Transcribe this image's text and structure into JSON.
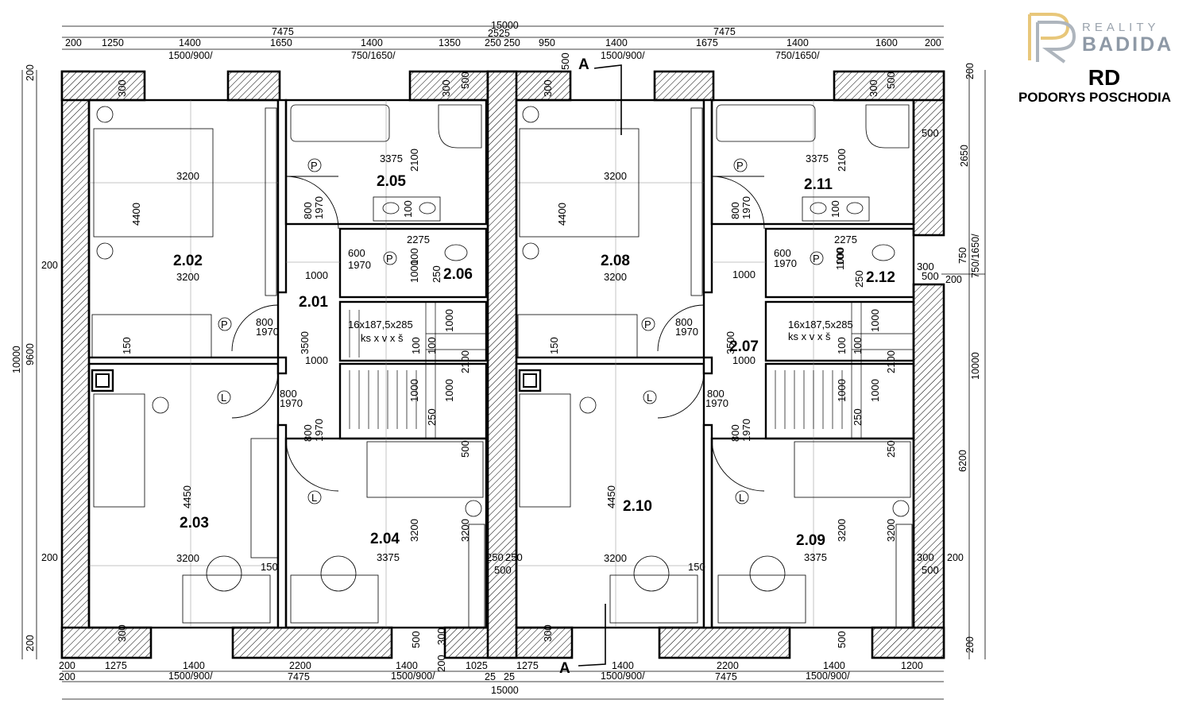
{
  "brand": {
    "small": "REALITY",
    "big": "BADIDA"
  },
  "header": {
    "title": "RD",
    "subtitle": "PODORYS POSCHODIA"
  },
  "dims_top_total": {
    "value": "15000"
  },
  "dims_top_half": [
    {
      "value": "7475"
    },
    {
      "value": "7475"
    }
  ],
  "dims_top_mid": {
    "value": "2525"
  },
  "dims_top_row": [
    {
      "value": "200"
    },
    {
      "value": "1250"
    },
    {
      "value": "1400"
    },
    {
      "value": "1650"
    },
    {
      "value": "1400"
    },
    {
      "value": "1350"
    },
    {
      "value": "250"
    },
    {
      "value": "250"
    },
    {
      "value": "950"
    },
    {
      "value": "1400"
    },
    {
      "value": "1675"
    },
    {
      "value": "1400"
    },
    {
      "value": "1600"
    },
    {
      "value": "200"
    }
  ],
  "dims_windows_top": [
    {
      "value": "1500/900/"
    },
    {
      "value": "750/1650/"
    },
    {
      "value": "1500/900/"
    },
    {
      "value": "750/1650/"
    }
  ],
  "dims_bottom_row": [
    {
      "value": "200"
    },
    {
      "value": "1275"
    },
    {
      "value": "1400"
    },
    {
      "value": "2200"
    },
    {
      "value": "1400"
    },
    {
      "value": "1025"
    },
    {
      "value": "1275"
    },
    {
      "value": "1400"
    },
    {
      "value": "2200"
    },
    {
      "value": "1400"
    },
    {
      "value": "1200"
    }
  ],
  "dims_windows_bottom": [
    {
      "value": "1500/900/"
    },
    {
      "value": "1500/900/"
    },
    {
      "value": "1500/900/"
    },
    {
      "value": "1500/900/"
    }
  ],
  "dims_bottom_half": [
    {
      "value": "200"
    },
    {
      "value": "7475"
    },
    {
      "value": "25"
    },
    {
      "value": "25"
    },
    {
      "value": "7475"
    }
  ],
  "dims_bottom_total": {
    "value": "15000"
  },
  "dims_left": [
    {
      "value": "10000"
    },
    {
      "value": "9600"
    },
    {
      "value": "200"
    },
    {
      "value": "200"
    },
    {
      "value": "200"
    },
    {
      "value": "200"
    }
  ],
  "dims_right": [
    {
      "value": "200"
    },
    {
      "value": "2650"
    },
    {
      "value": "750"
    },
    {
      "value": "750/1650/"
    },
    {
      "value": "200"
    },
    {
      "value": "10000"
    },
    {
      "value": "6200"
    },
    {
      "value": "200"
    },
    {
      "value": "200"
    }
  ],
  "section_marks": [
    {
      "value": "A"
    },
    {
      "value": "A"
    }
  ],
  "rooms": [
    {
      "id": "2.02",
      "label": "3200"
    },
    {
      "id": "2.05",
      "label": "3375"
    },
    {
      "id": "2.06",
      "label": "2275"
    },
    {
      "id": "2.01",
      "label": "1000"
    },
    {
      "id": "2.03",
      "label": "3200"
    },
    {
      "id": "2.04",
      "label": "3375"
    },
    {
      "id": "2.08",
      "label": "3200"
    },
    {
      "id": "2.11",
      "label": "3375"
    },
    {
      "id": "2.12",
      "label": "2275"
    },
    {
      "id": "2.07",
      "label": "1000"
    },
    {
      "id": "2.10",
      "label": "3200"
    },
    {
      "id": "2.09",
      "label": "3375"
    }
  ],
  "stair_text": [
    {
      "line1": "16x187,5x285",
      "line2": "ks x v x š"
    },
    {
      "line1": "16x187,5x285",
      "line2": "ks x v x š"
    }
  ],
  "door_labels": [
    {
      "w": "800",
      "h": "1970"
    },
    {
      "w": "800",
      "h": "1970"
    },
    {
      "w": "800",
      "h": "1970"
    },
    {
      "w": "800",
      "h": "1970"
    },
    {
      "w": "600",
      "h": "1970"
    },
    {
      "w": "800",
      "h": "1970"
    },
    {
      "w": "800",
      "h": "1970"
    },
    {
      "w": "800",
      "h": "1970"
    },
    {
      "w": "800",
      "h": "1970"
    },
    {
      "w": "600",
      "h": "1970"
    }
  ],
  "misc_dims": [
    {
      "value": "3200"
    },
    {
      "value": "4400"
    },
    {
      "value": "300"
    },
    {
      "value": "150"
    },
    {
      "value": "4450"
    },
    {
      "value": "3200"
    },
    {
      "value": "300"
    },
    {
      "value": "2100"
    },
    {
      "value": "100"
    },
    {
      "value": "100"
    },
    {
      "value": "300"
    },
    {
      "value": "500"
    },
    {
      "value": "1000"
    },
    {
      "value": "250"
    },
    {
      "value": "3500"
    },
    {
      "value": "1000"
    },
    {
      "value": "1000"
    },
    {
      "value": "100"
    },
    {
      "value": "100"
    },
    {
      "value": "2100"
    },
    {
      "value": "1000"
    },
    {
      "value": "1000"
    },
    {
      "value": "250"
    },
    {
      "value": "3200"
    },
    {
      "value": "3200"
    },
    {
      "value": "250"
    },
    {
      "value": "150"
    },
    {
      "value": "500"
    },
    {
      "value": "300"
    },
    {
      "value": "500"
    },
    {
      "value": "3200"
    },
    {
      "value": "4400"
    },
    {
      "value": "300"
    },
    {
      "value": "150"
    },
    {
      "value": "4450"
    },
    {
      "value": "3200"
    },
    {
      "value": "300"
    },
    {
      "value": "2100"
    },
    {
      "value": "100"
    },
    {
      "value": "100"
    },
    {
      "value": "300"
    },
    {
      "value": "500"
    },
    {
      "value": "1000"
    },
    {
      "value": "250"
    },
    {
      "value": "3500"
    },
    {
      "value": "1000"
    },
    {
      "value": "1000"
    },
    {
      "value": "100"
    },
    {
      "value": "100"
    },
    {
      "value": "2100"
    },
    {
      "value": "1000"
    },
    {
      "value": "1000"
    },
    {
      "value": "250"
    },
    {
      "value": "3200"
    },
    {
      "value": "3200"
    },
    {
      "value": "250"
    },
    {
      "value": "150"
    },
    {
      "value": "500"
    },
    {
      "value": "300"
    },
    {
      "value": "500"
    },
    {
      "value": "500"
    },
    {
      "value": "300"
    },
    {
      "value": "500"
    },
    {
      "value": "300"
    },
    {
      "value": "500"
    },
    {
      "value": "500"
    },
    {
      "value": "200"
    },
    {
      "value": "500"
    },
    {
      "value": "250"
    },
    {
      "value": "500"
    }
  ],
  "symbols": [
    {
      "letter": "P"
    },
    {
      "letter": "L"
    }
  ]
}
